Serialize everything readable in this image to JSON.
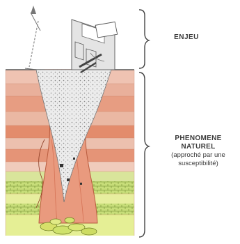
{
  "labels": {
    "enjeu": "ENJEU",
    "phenomene_line1": "PHENOMENE",
    "phenomene_line2": "NATUREL",
    "phenomene_line3": "(approché par une",
    "phenomene_line4": "susceptibilité)"
  },
  "colors": {
    "strata_pink": "#e9b7a5",
    "strata_salmon": "#e58d6a",
    "strata_rust": "#d86b4a",
    "strata_green": "#b9d26a",
    "cavity_fill": "#f1b49b",
    "rubble_grey": "#e6e6e6",
    "building_grey": "#d9d9d9",
    "brace_color": "#444444"
  }
}
